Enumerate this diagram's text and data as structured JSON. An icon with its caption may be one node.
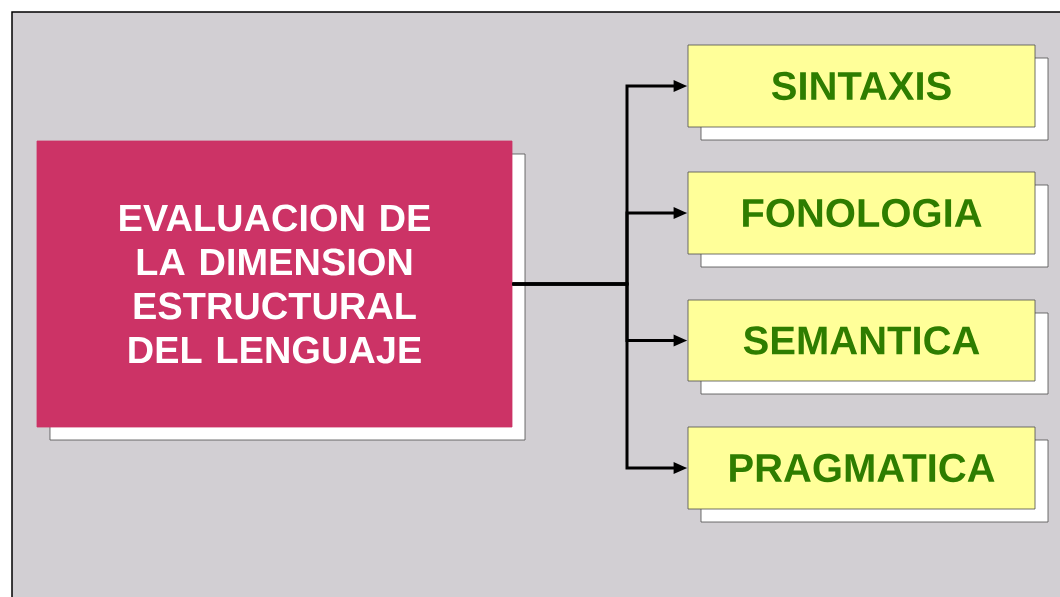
{
  "diagram": {
    "nodes": [
      {
        "text": [
          "EVALUACION DE LA DIMENSION ESTRUCTURAL DEL LENGUAJE"
        ]
      },
      {
        "text": [
          "SINTAXIS"
        ]
      },
      {
        "text": [
          "FONOLOGIA"
        ]
      },
      {
        "text": [
          "SEMANTICA"
        ]
      },
      {
        "text": [
          "PRAGMATICA"
        ]
      }
    ],
    "edges": [
      {
        "from": 0,
        "to": 1,
        "arrow": "to"
      },
      {
        "from": 0,
        "to": 2,
        "arrow": "to"
      },
      {
        "from": 0,
        "to": 3,
        "arrow": "to"
      },
      {
        "from": 0,
        "to": 4,
        "arrow": "to"
      }
    ]
  }
}
